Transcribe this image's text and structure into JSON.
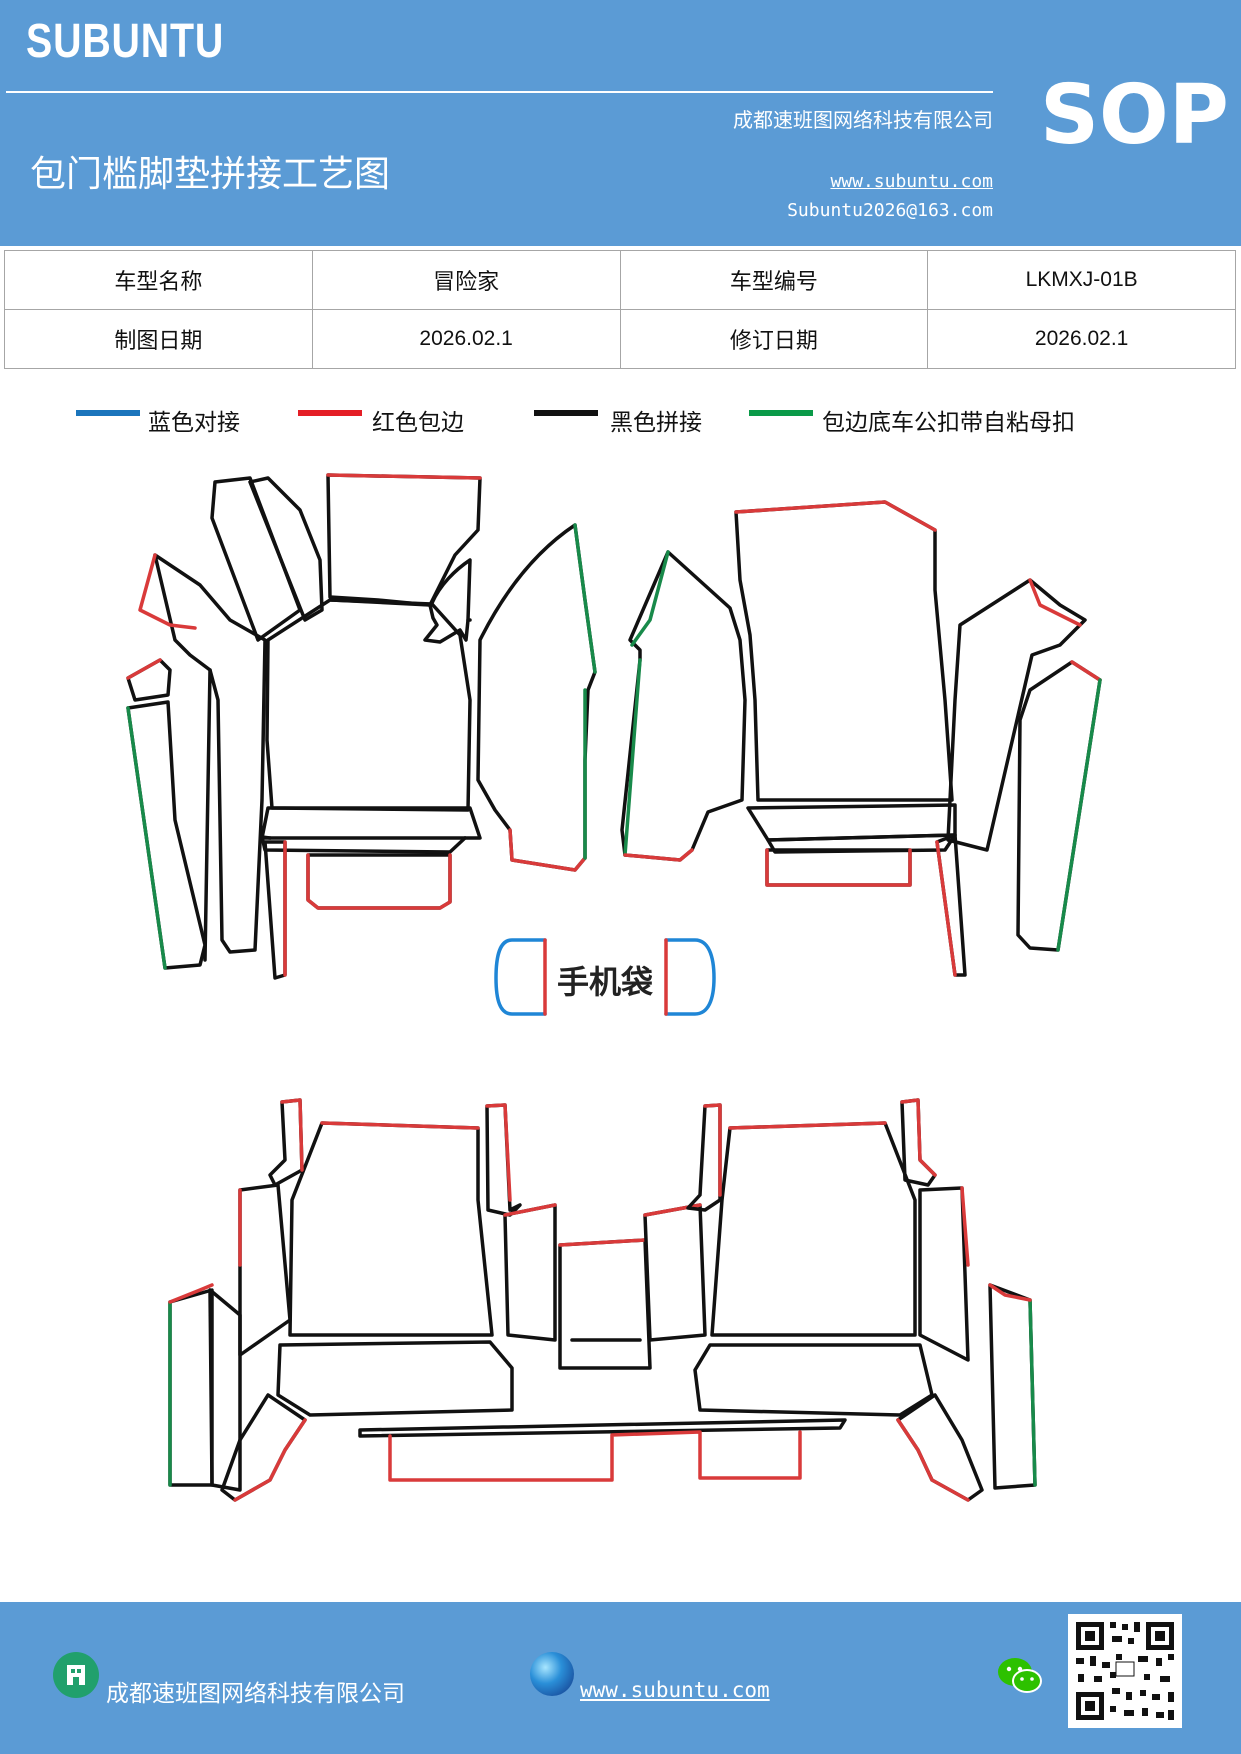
{
  "header": {
    "brand": "SUBUNTU",
    "company": "成都速班图网络科技有限公司",
    "title": "包门槛脚垫拼接工艺图",
    "website": "www.subuntu.com",
    "email": "Subuntu2026@163.com",
    "doc_type": "SOP"
  },
  "info_table": [
    [
      "车型名称",
      "冒险家",
      "车型编号",
      "LKMXJ-01B"
    ],
    [
      "制图日期",
      "2026.02.1",
      "修订日期",
      "2026.02.1"
    ]
  ],
  "legend": [
    {
      "label": "蓝色对接",
      "color": "#1b75bc"
    },
    {
      "label": "红色包边",
      "color": "#e41e26"
    },
    {
      "label": "黑色拼接",
      "color": "#111111"
    },
    {
      "label": "包边底车公扣带自粘母扣",
      "color": "#0a9a48"
    }
  ],
  "diagram": {
    "phone_bag_label": "手机袋",
    "colors": {
      "black": "#111111",
      "red": "#d93a3a",
      "green": "#188a4a",
      "blue": "#1f86d6"
    }
  },
  "footer": {
    "company": "成都速班图网络科技有限公司",
    "website": "www.subuntu.com",
    "company_icon": "building-icon",
    "web_icon": "globe-icon",
    "wechat_icon": "wechat-icon",
    "qr": "qr-code"
  }
}
